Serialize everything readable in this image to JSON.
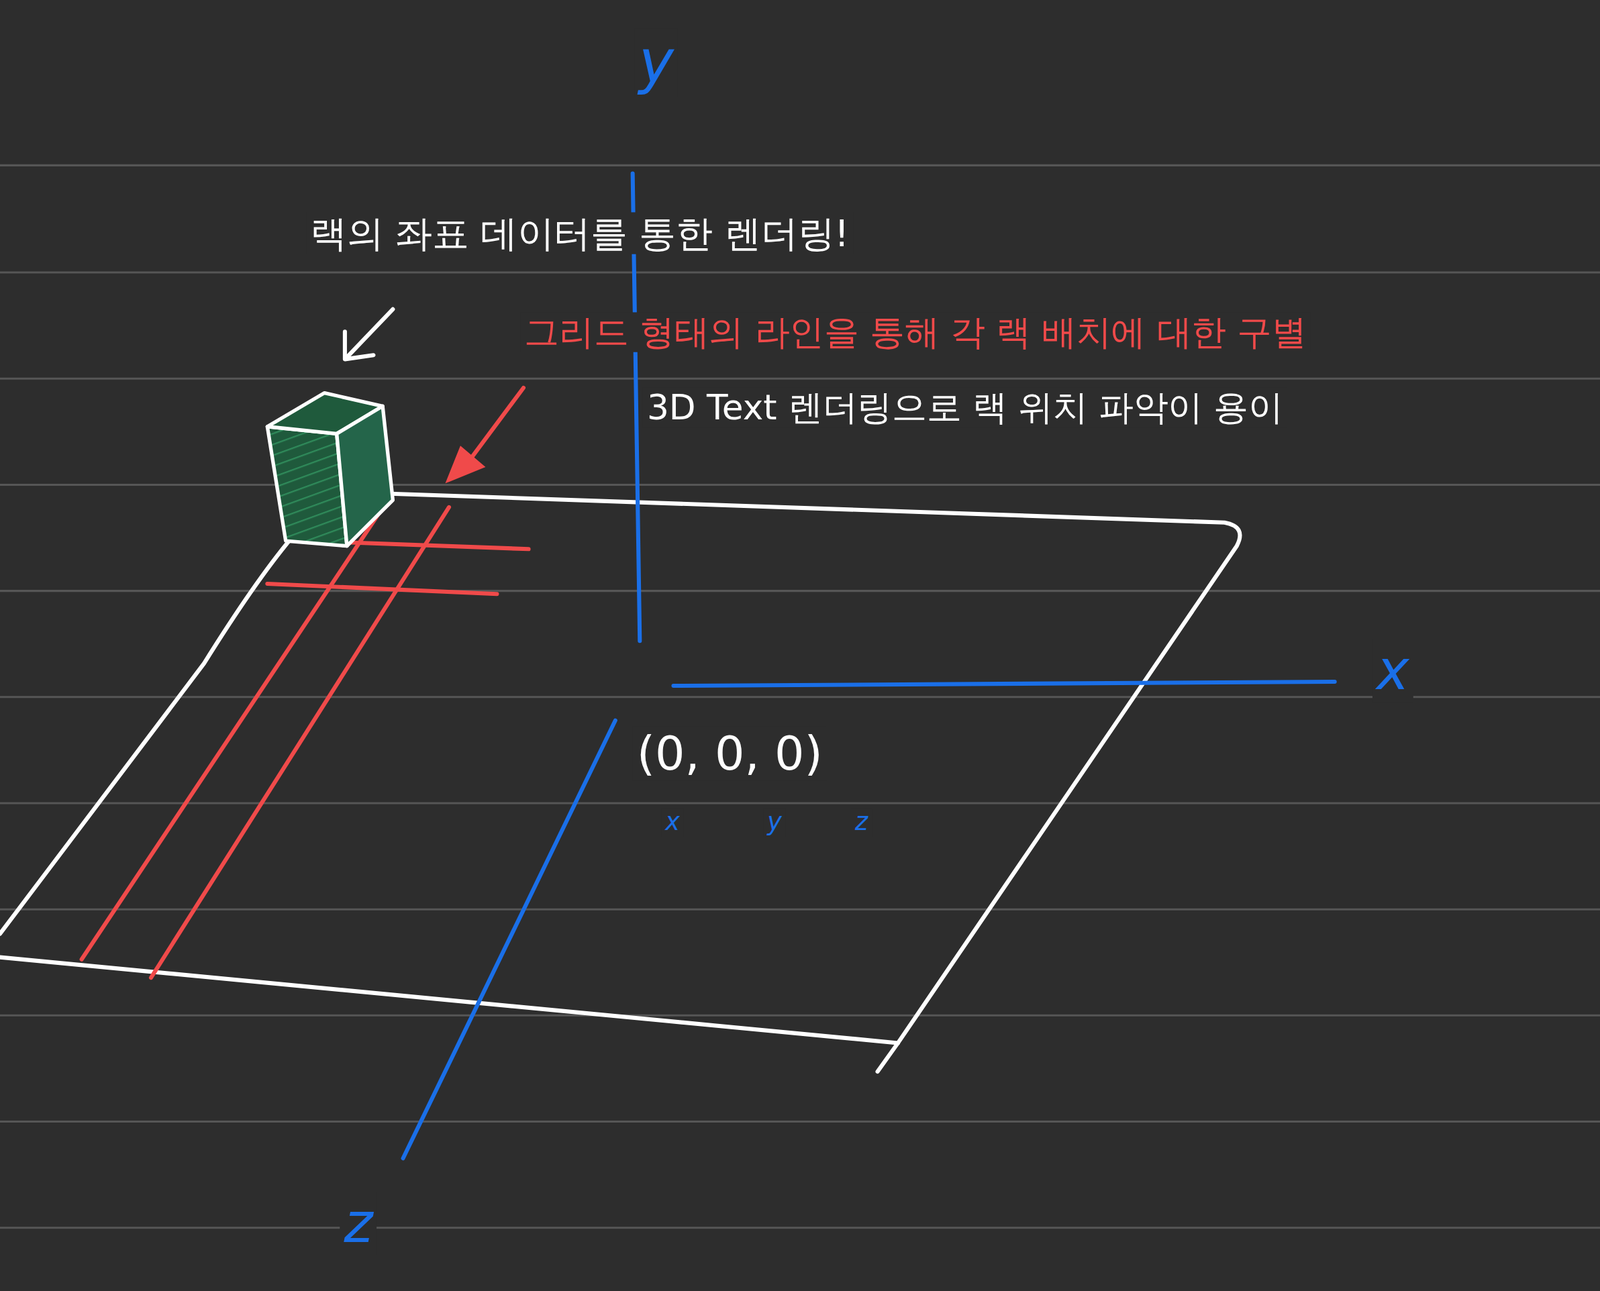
{
  "diagram": {
    "labels": [
      "y",
      "랙의 좌표 데이터를 통한 렌더링!",
      "그리드 형태의 라인을 통해 각 랙 배치에 대한 구별",
      "3D Text 렌더링으로 랙 위치 파악이 용이",
      "x",
      "(0, 0, 0)",
      "x",
      "y",
      "z",
      "z"
    ]
  }
}
